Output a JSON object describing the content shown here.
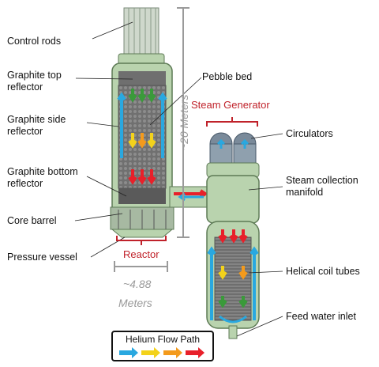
{
  "labels": {
    "control_rods": "Control rods",
    "graphite_top_1": "Graphite top",
    "graphite_top_2": "reflector",
    "graphite_side_1": "Graphite side",
    "graphite_side_2": "reflector",
    "graphite_bottom_1": "Graphite bottom",
    "graphite_bottom_2": "reflector",
    "core_barrel": "Core barrel",
    "pressure_vessel": "Pressure vessel",
    "pebble_bed": "Pebble bed",
    "steam_generator": "Steam Generator",
    "circulators": "Circulators",
    "steam_collection_1": "Steam collection",
    "steam_collection_2": "manifold",
    "helical_coil_tubes": "Helical coil tubes",
    "feed_water_inlet": "Feed water inlet",
    "reactor": "Reactor"
  },
  "dimensions": {
    "height": "~20 Meters",
    "width_1": "~4.88",
    "width_2": "Meters"
  },
  "legend": {
    "title": "Helium Flow Path",
    "arrow_colors": [
      "#29a8e0",
      "#f3d21b",
      "#f39a1c",
      "#e8202a"
    ]
  },
  "colors": {
    "annotation_red": "#c0222a",
    "dimension_gray": "#9a9a9a",
    "vessel_green": "#b9d3ae",
    "graphite_gray": "#6f6f6f"
  }
}
